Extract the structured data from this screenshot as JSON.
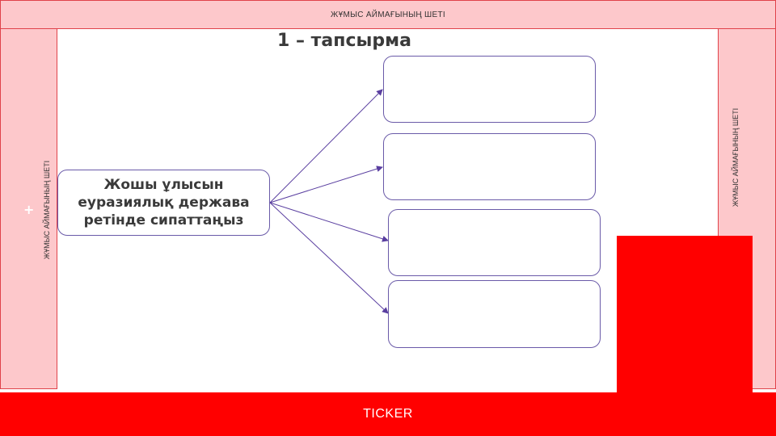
{
  "workspace": {
    "top_label": "ЖҰМЫС АЙМАҒЫНЫҢ ШЕТІ",
    "left_label": "ЖҰМЫС АЙМАҒЫНЫҢ ШЕТІ",
    "right_label": "ЖҰМЫС АЙМАҒЫНЫҢ ШЕТІ",
    "plus_symbol": "+"
  },
  "slide": {
    "title": "1 – тапсырма",
    "source_text": "Жошы ұлысын еуразиялық держава ретінде сипаттаңыз",
    "answer_boxes": [
      "",
      "",
      "",
      ""
    ]
  },
  "ticker": {
    "text": "TICKER"
  },
  "colors": {
    "margin_fill": "#fdc8cb",
    "margin_border": "#e0424a",
    "ticker_red": "#ff0000",
    "connector": "#5a3fa0"
  }
}
